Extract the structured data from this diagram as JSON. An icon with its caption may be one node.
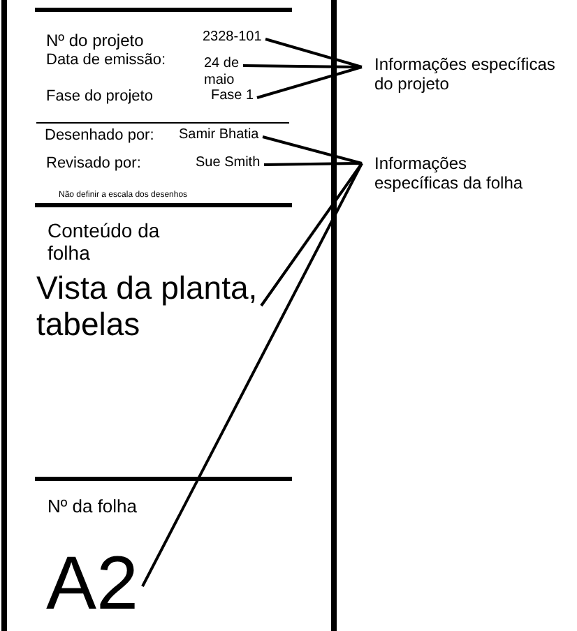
{
  "diagram": {
    "nodes": [
      {
        "text": [
          "Informações específicas do projeto"
        ]
      },
      {
        "text": [
          "2328-101"
        ]
      },
      {
        "text": [
          "24 de maio"
        ]
      },
      {
        "text": [
          "Fase 1"
        ]
      },
      {
        "text": [
          "Informações específicas da folha"
        ]
      },
      {
        "text": [
          "Samir Bhatia"
        ]
      },
      {
        "text": [
          "Sue Smith"
        ]
      },
      {
        "text": [
          "Vista da planta, tabelas"
        ]
      },
      {
        "text": [
          "A2"
        ]
      }
    ],
    "edges": [
      {
        "from": 0,
        "to": 1,
        "arrow": "none"
      },
      {
        "from": 0,
        "to": 2,
        "arrow": "none"
      },
      {
        "from": 0,
        "to": 3,
        "arrow": "none"
      },
      {
        "from": 4,
        "to": 5,
        "arrow": "none"
      },
      {
        "from": 4,
        "to": 6,
        "arrow": "none"
      },
      {
        "from": 4,
        "to": 7,
        "arrow": "none"
      },
      {
        "from": 4,
        "to": 8,
        "arrow": "none"
      }
    ],
    "labels": [
      "Nº do projeto",
      "Data de emissão:",
      "Fase do projeto",
      "Desenhado por:",
      "Revisado por:",
      "Não definir a escala dos desenhos",
      "Conteúdo da folha",
      "Nº da folha"
    ]
  }
}
